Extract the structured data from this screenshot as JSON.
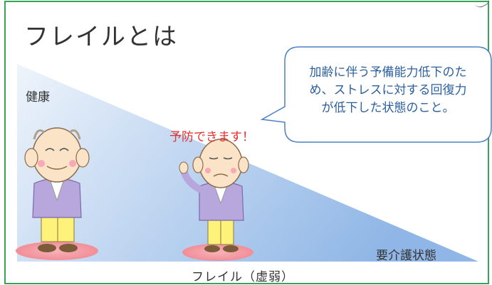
{
  "title": "フレイルとは",
  "labels": {
    "healthy": "健康",
    "prevent": "予防できます！",
    "care_needed": "要介護状態",
    "caption": "フレイル（虚弱）"
  },
  "bubble": {
    "lines": [
      "加齢に伴う予備能力低下のた",
      "め、ストレスに対する回復力",
      "が低下した状態のこと。"
    ]
  },
  "colors": {
    "frame_border": "#3aa35a",
    "gradient_light": "#eef4fb",
    "gradient_dark": "#8fb6e6",
    "prevent_text": "#e0312f",
    "bubble_text": "#2c5f9e",
    "bubble_border": "#4b7fc4"
  },
  "icons": [
    "elderly-man-healthy",
    "elderly-man-frail"
  ]
}
